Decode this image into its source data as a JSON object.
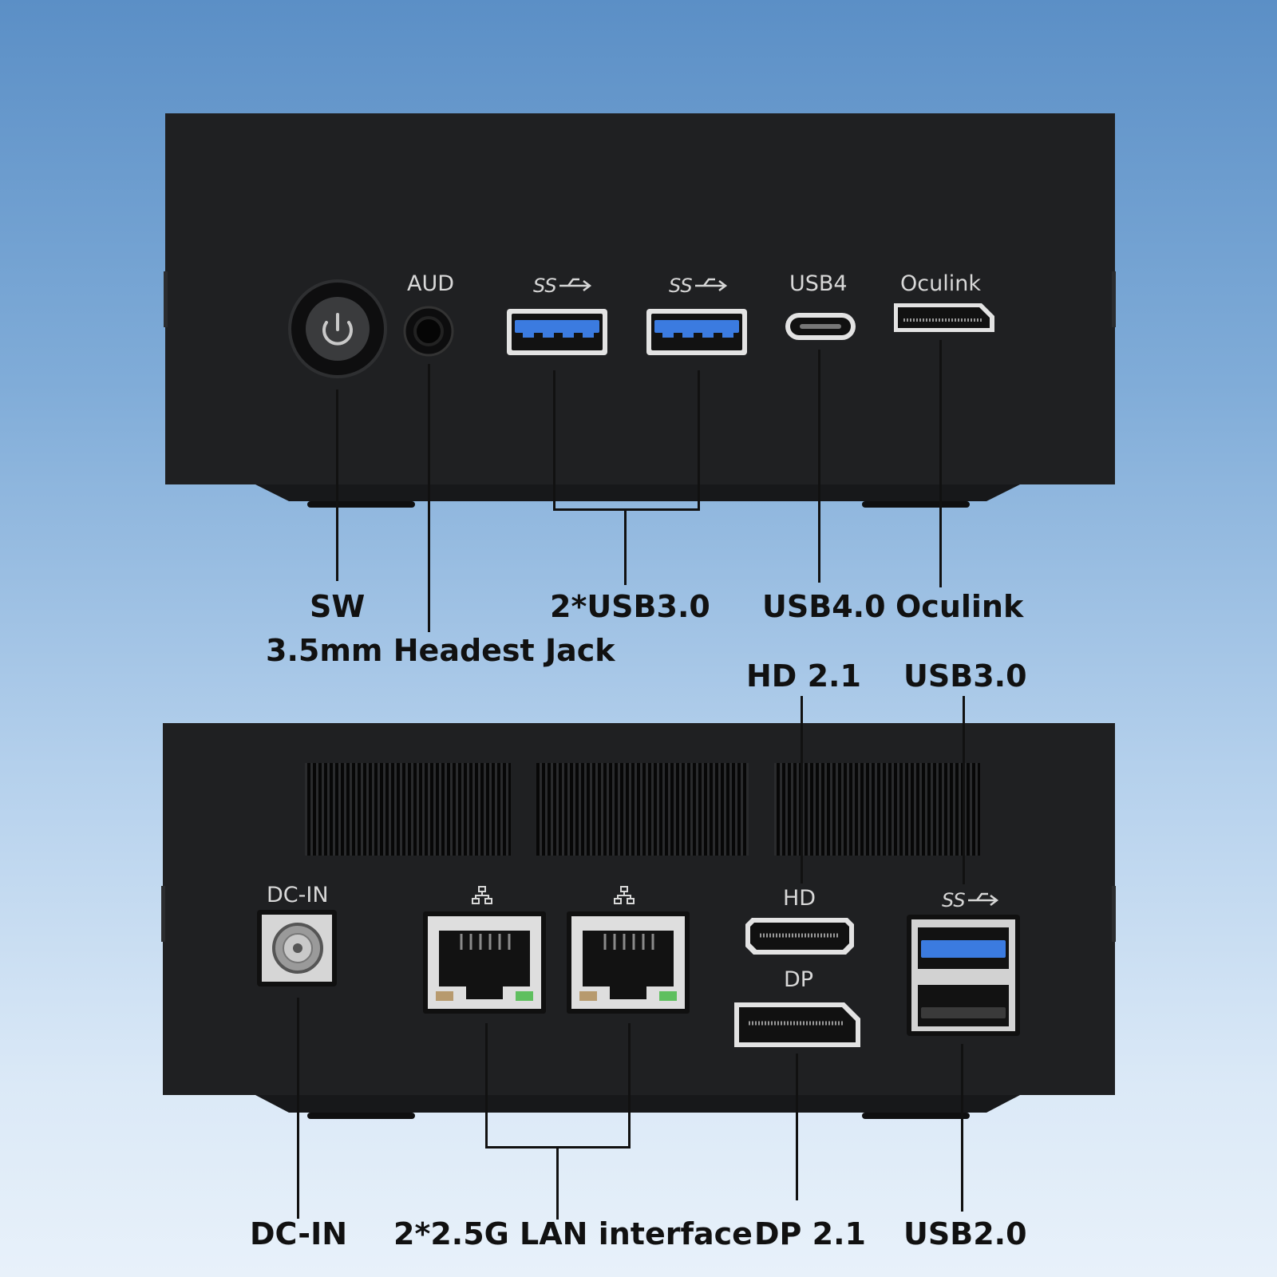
{
  "top_panel": {
    "port_labels": {
      "aud": "AUD",
      "usb4": "USB4",
      "oculink": "Oculink"
    },
    "callouts": {
      "sw": "SW",
      "headset": "3.5mm Headest Jack",
      "usb30": "2*USB3.0",
      "usb40": "USB4.0",
      "oculink": "Oculink"
    }
  },
  "bottom_panel": {
    "port_labels": {
      "dcin": "DC-IN",
      "hd": "HD",
      "dp": "DP"
    },
    "callouts": {
      "hd21": "HD 2.1",
      "usb30": "USB3.0",
      "dcin": "DC-IN",
      "lan": "2*2.5G LAN interface",
      "dp21": "DP 2.1",
      "usb20": "USB2.0"
    }
  },
  "icons": [
    "power-icon",
    "superspeed-usb-icon",
    "network-icon"
  ],
  "colors": {
    "chassis": "#1f2022",
    "usb3_blue": "#3b7be0",
    "lan_led_green": "#5fbf5f",
    "lan_led_amber": "#b79a6e"
  }
}
